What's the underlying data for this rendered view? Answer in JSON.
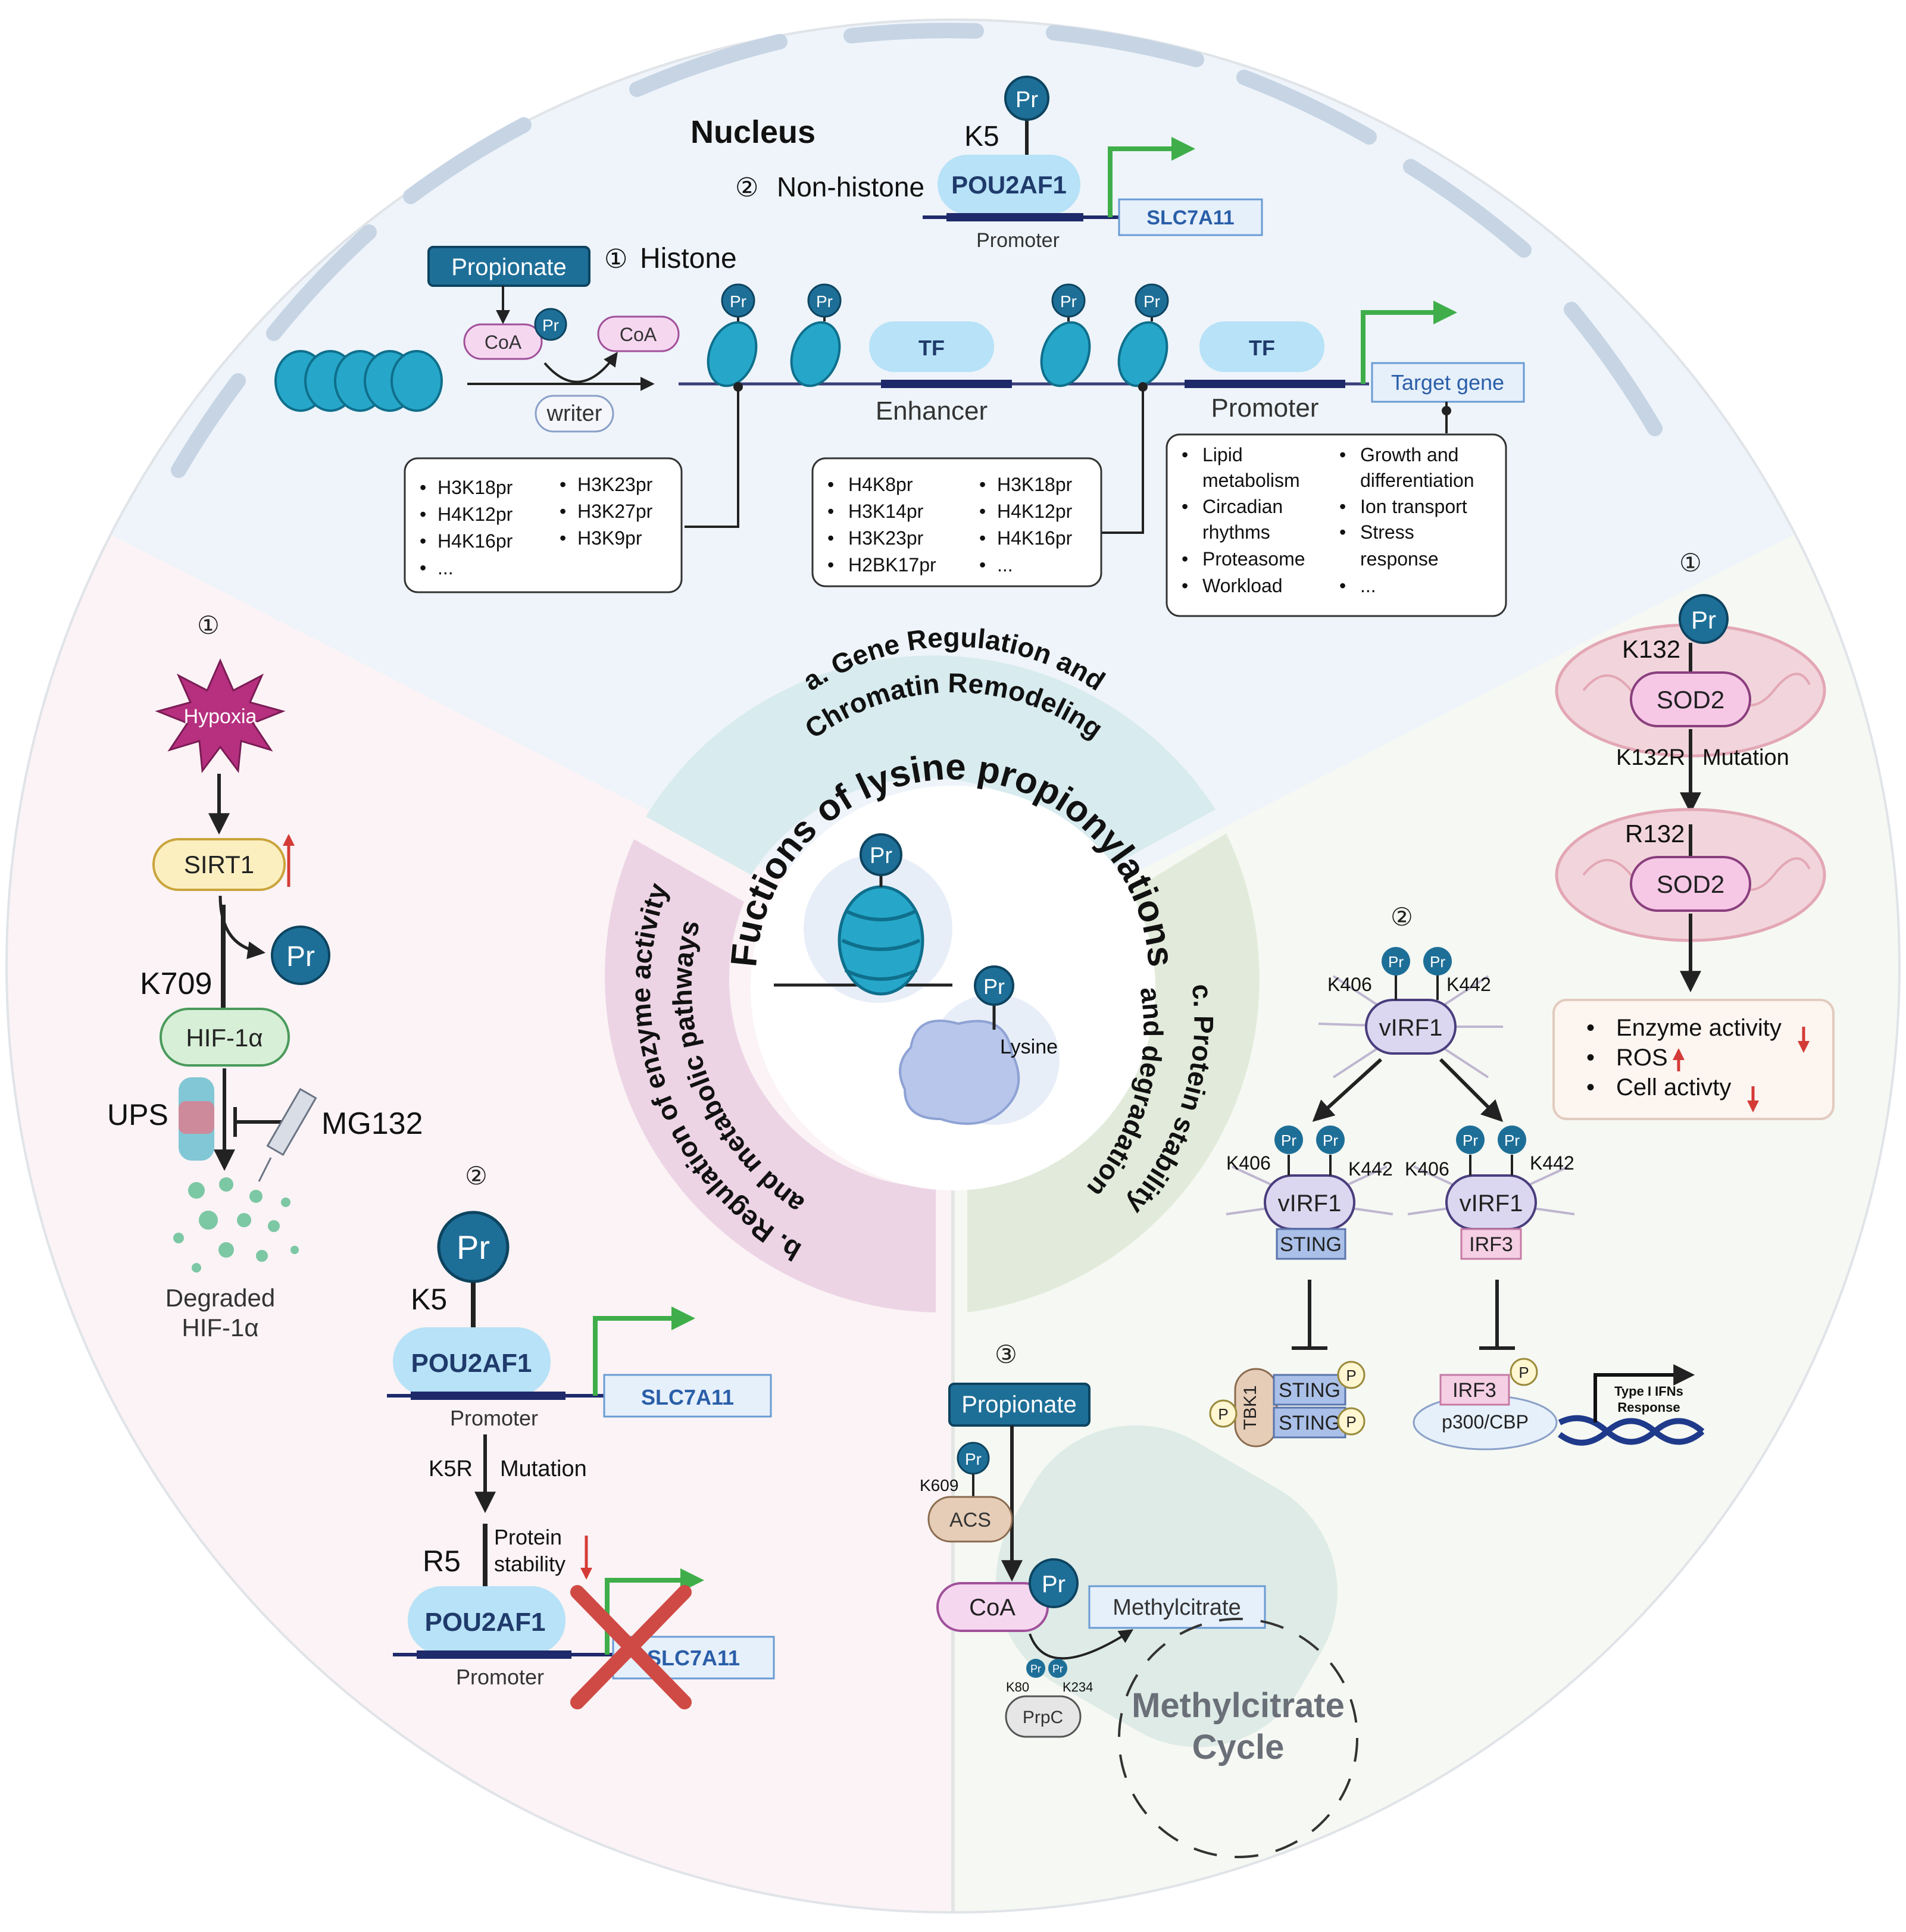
{
  "center": {
    "title": "Fuctions of lysine propionylations",
    "pr": "Pr",
    "lysine": "Lysine"
  },
  "segments": {
    "a_line1": "a. Gene Regulation and",
    "a_line2": "Chromatin Remodeling",
    "b_line1": "b. Regulation of enzyme activity",
    "b_line2": "and metabolic pathways",
    "c_line1": "c. Protein stability",
    "c_line2": "and degradation"
  },
  "nucleus": {
    "title": "Nucleus",
    "num1": "①",
    "num2": "②",
    "histone": "Histone",
    "non_histone": "Non-histone",
    "k5": "K5",
    "pr": "Pr",
    "pou2af1": "POU2AF1",
    "promoter": "Promoter",
    "slc7a11": "SLC7A11",
    "propionate": "Propionate",
    "coa": "CoA",
    "writer": "writer",
    "tf": "TF",
    "enhancer": "Enhancer",
    "target_gene": "Target gene",
    "box1_col1": [
      "H3K18pr",
      "H4K12pr",
      "H4K16pr",
      "..."
    ],
    "box1_col2": [
      "H3K23pr",
      "H3K27pr",
      "H3K9pr"
    ],
    "box2_col1": [
      "H4K8pr",
      "H3K14pr",
      "H3K23pr",
      "H2BK17pr"
    ],
    "box2_col2": [
      "H3K18pr",
      "H4K12pr",
      "H4K16pr",
      "..."
    ],
    "box3_col1": [
      "Lipid",
      "metabolism",
      "Circadian",
      "rhythms",
      "Proteasome",
      "Workload"
    ],
    "box3_col2": [
      "Growth and",
      "differentiation",
      "Ion transport",
      "Stress",
      "response",
      "..."
    ]
  },
  "left": {
    "num1": "①",
    "hypoxia": "Hypoxia",
    "sirt1": "SIRT1",
    "pr": "Pr",
    "k709": "K709",
    "hif": "HIF-1α",
    "ups": "UPS",
    "mg132": "MG132",
    "degraded1": "Degraded",
    "degraded2": "HIF-1α",
    "num2": "②",
    "k5": "K5",
    "pou2af1": "POU2AF1",
    "promoter": "Promoter",
    "slc7a11": "SLC7A11",
    "k5r": "K5R",
    "mutation": "Mutation",
    "r5": "R5",
    "protein": "Protein",
    "stability": "stability",
    "slc7a11_b": "SLC7A11"
  },
  "bottom": {
    "num3": "③",
    "propionate": "Propionate",
    "pr": "Pr",
    "k609": "K609",
    "acs": "ACS",
    "coa": "CoA",
    "methylcitrate": "Methylcitrate",
    "k80": "K80",
    "k234": "K234",
    "prpc": "PrpC",
    "cycle1": "Methylcitrate",
    "cycle2": "Cycle"
  },
  "right": {
    "num1": "①",
    "k132": "K132",
    "sod2": "SOD2",
    "k132r": "K132R",
    "mutation": "Mutation",
    "r132": "R132",
    "enzyme": "Enzyme activity",
    "ros": "ROS",
    "cell": "Cell activty",
    "num2": "②",
    "k406": "K406",
    "k442": "K442",
    "virf1": "vIRF1",
    "sting": "STING",
    "irf3": "IRF3",
    "tbk1": "TBK1",
    "p": "P",
    "p300": "p300/CBP",
    "ifn1": "Type I IFNs",
    "ifn2": "Response"
  },
  "colors": {
    "nucleus_bg": "#eef4fa",
    "left_bg": "#fbf2f4",
    "right_bg": "#f5f8f3",
    "seg_a": "#dcecef",
    "seg_b": "#ecd5e6",
    "seg_c": "#e3ebdc",
    "pr_blue": "#1e6f98",
    "nucleosome": "#26a7c9",
    "tf_blue": "#b7e2f7",
    "green_arrow": "#3fae4a",
    "red": "#d43b37"
  }
}
